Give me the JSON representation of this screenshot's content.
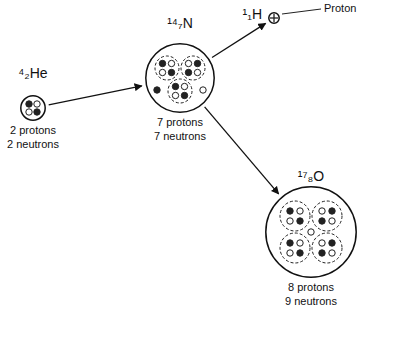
{
  "diagram": {
    "nodes": [
      {
        "text": [
          "⁴₂He",
          "2 protons 2 neutrons"
        ]
      },
      {
        "text": [
          "¹⁴₇N",
          "7 protons 7 neutrons"
        ]
      },
      {
        "text": [
          "¹₁H"
        ]
      },
      {
        "text": [
          "¹⁷₈O",
          "8 protons 9 neutrons"
        ]
      }
    ],
    "edges": [
      {
        "from": 0,
        "to": 1,
        "arrow": "to"
      },
      {
        "from": 1,
        "to": 2,
        "arrow": "to"
      },
      {
        "from": 1,
        "to": 3,
        "arrow": "to"
      }
    ],
    "labels": [
      "Proton"
    ]
  }
}
